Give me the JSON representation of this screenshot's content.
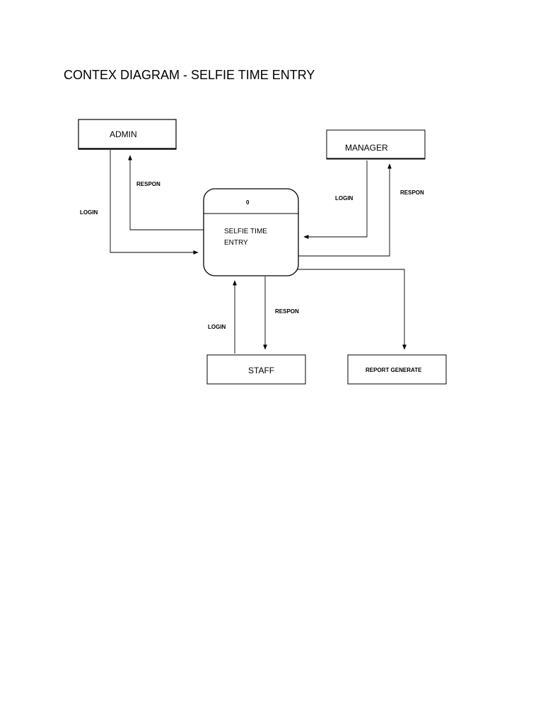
{
  "title": "CONTEX DIAGRAM - SELFIE TIME ENTRY",
  "process": {
    "number": "0",
    "name_line1": "SELFIE TIME",
    "name_line2": "ENTRY"
  },
  "entities": {
    "admin": "ADMIN",
    "manager": "MANAGER",
    "staff": "STAFF",
    "report": "REPORT GENERATE"
  },
  "flows": {
    "admin_login": "LOGIN",
    "admin_respon": "RESPON",
    "manager_login": "LOGIN",
    "manager_respon": "RESPON",
    "staff_login": "LOGIN",
    "staff_respon": "RESPON"
  },
  "colors": {
    "line": "#000000",
    "background": "#ffffff"
  }
}
